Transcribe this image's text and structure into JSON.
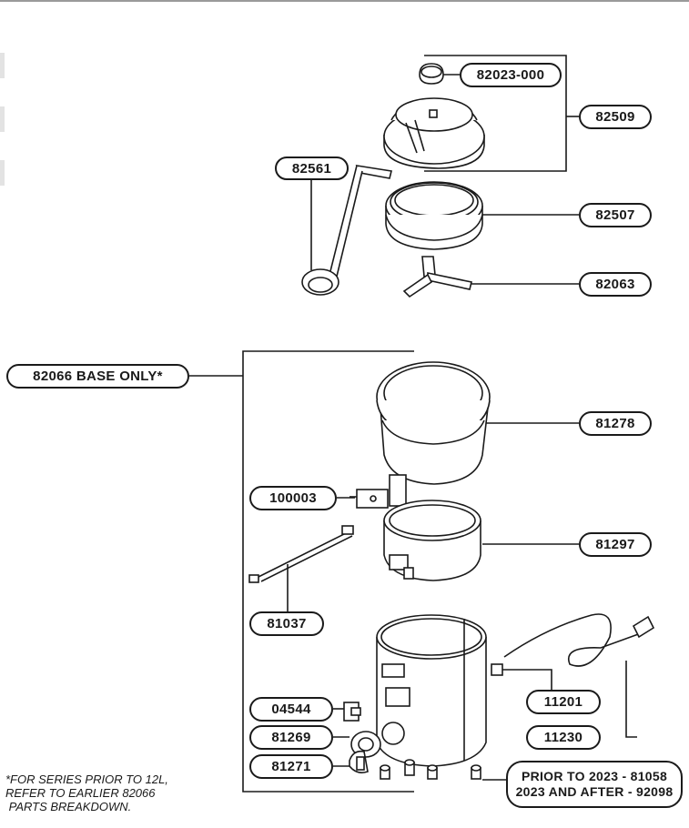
{
  "parts": {
    "p82023": "82023-000",
    "p82509": "82509",
    "p82561": "82561",
    "p82507": "82507",
    "p82063": "82063",
    "p82066": "82066 BASE ONLY*",
    "p81278": "81278",
    "p100003": "100003",
    "p81297": "81297",
    "p81037": "81037",
    "p11201": "11201",
    "p04544": "04544",
    "p11230": "11230",
    "p81269": "81269",
    "p81271": "81271",
    "feet_line1": "PRIOR TO 2023 - 81058",
    "feet_line2": "2023 AND AFTER - 92098"
  },
  "footnote": {
    "line1": "*FOR SERIES PRIOR TO 12L,",
    "line2": "REFER TO EARLIER 82066",
    "line3": " PARTS BREAKDOWN."
  }
}
